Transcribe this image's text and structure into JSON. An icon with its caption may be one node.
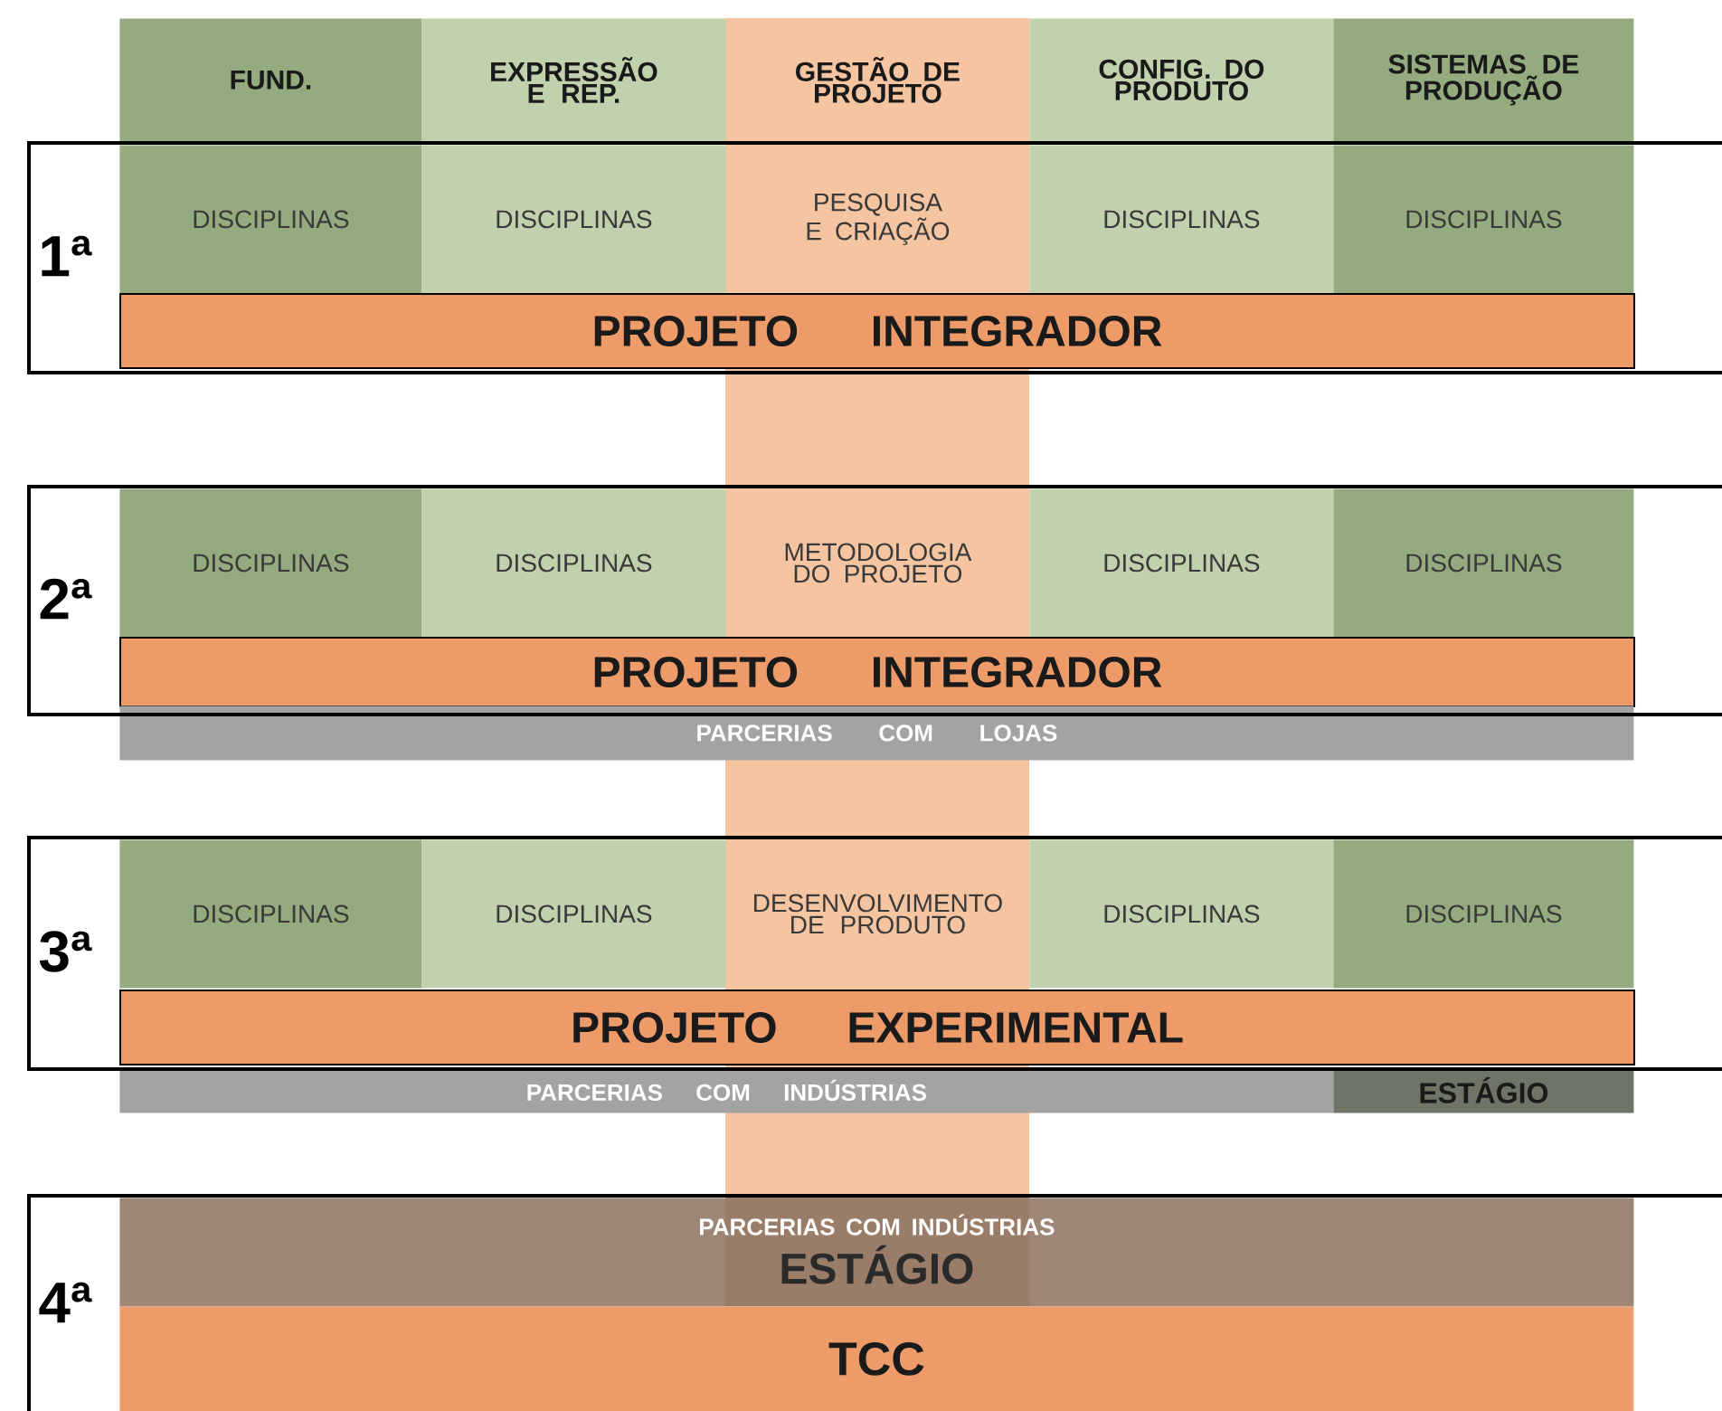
{
  "diagram": {
    "nodes": [
      {
        "text": [
          "FUND."
        ]
      },
      {
        "text": [
          "EXPRESSÃO E REP."
        ]
      },
      {
        "text": [
          "GESTÃO DE PROJETO"
        ]
      },
      {
        "text": [
          "CONFIG. DO PRODUTO"
        ]
      },
      {
        "text": [
          "SISTEMAS DE PRODUÇÃO"
        ]
      },
      {
        "text": [
          "1ª"
        ]
      },
      {
        "text": [
          "DISCIPLINAS"
        ],
        "in": 5
      },
      {
        "text": [
          "DISCIPLINAS"
        ],
        "in": 5
      },
      {
        "text": [
          "PESQUISA E CRIAÇÃO"
        ],
        "in": 5
      },
      {
        "text": [
          "DISCIPLINAS"
        ],
        "in": 5
      },
      {
        "text": [
          "DISCIPLINAS"
        ],
        "in": 5
      },
      {
        "text": [
          "PROJETO INTEGRADOR"
        ],
        "in": 5
      },
      {
        "text": [
          "2ª"
        ]
      },
      {
        "text": [
          "DISCIPLINAS"
        ],
        "in": 12
      },
      {
        "text": [
          "DISCIPLINAS"
        ],
        "in": 12
      },
      {
        "text": [
          "METODOLOGIA DO PROJETO"
        ],
        "in": 12
      },
      {
        "text": [
          "DISCIPLINAS"
        ],
        "in": 12
      },
      {
        "text": [
          "DISCIPLINAS"
        ],
        "in": 12
      },
      {
        "text": [
          "PROJETO INTEGRADOR"
        ],
        "in": 12
      },
      {
        "text": [
          "PARCERIAS COM LOJAS"
        ]
      },
      {
        "text": [
          "3ª"
        ]
      },
      {
        "text": [
          "DISCIPLINAS"
        ],
        "in": 20
      },
      {
        "text": [
          "DISCIPLINAS"
        ],
        "in": 20
      },
      {
        "text": [
          "DESENVOLVIMENTO DE PRODUTO"
        ],
        "in": 20
      },
      {
        "text": [
          "DISCIPLINAS"
        ],
        "in": 20
      },
      {
        "text": [
          "DISCIPLINAS"
        ],
        "in": 20
      },
      {
        "text": [
          "PROJETO EXPERIMENTAL"
        ],
        "in": 20
      },
      {
        "text": [
          "PARCERIAS COM INDÚSTRIAS"
        ]
      },
      {
        "text": [
          "ESTÁGIO"
        ]
      },
      {
        "text": [
          "4ª"
        ]
      },
      {
        "text": [
          "PARCERIAS COM INDÚSTRIAS",
          "ESTÁGIO"
        ],
        "in": 29
      },
      {
        "text": [
          "TCC"
        ],
        "in": 29
      }
    ]
  }
}
